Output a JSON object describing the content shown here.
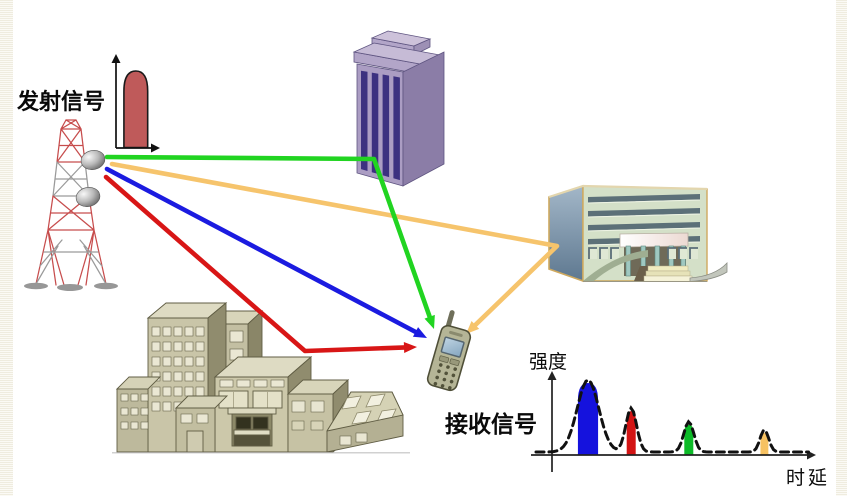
{
  "scene": {
    "background": "#ffffff",
    "edge_stripe_color": "#efecdf",
    "elements": [
      {
        "name": "radio-tower-icon"
      },
      {
        "name": "antenna-dish-icon"
      },
      {
        "name": "highrise-building-icon"
      },
      {
        "name": "office-building-icon"
      },
      {
        "name": "city-block-icon"
      },
      {
        "name": "mobile-phone-icon"
      }
    ]
  },
  "labels": {
    "transmitted_signal": "发射信号",
    "received_signal": "接收信号",
    "intensity": "强度",
    "delay": "时延"
  },
  "signal_paths": [
    {
      "id": "line-of-sight",
      "color": "#1b1be0",
      "bounces": 0,
      "reflector": null
    },
    {
      "id": "reflection-highrise",
      "color": "#21d421",
      "bounces": 1,
      "reflector": "highrise-building"
    },
    {
      "id": "reflection-cityblock",
      "color": "#d81616",
      "bounces": 1,
      "reflector": "city-block"
    },
    {
      "id": "reflection-office",
      "color": "#f6c46c",
      "bounces": 1,
      "reflector": "office-building"
    }
  ],
  "chart_data": [
    {
      "type": "area",
      "title": "发射信号",
      "xlabel": "",
      "ylabel": "",
      "grid": false,
      "legend": false,
      "envelope": "none",
      "peaks": [
        {
          "delay": 0.55,
          "amplitude": 1.0,
          "width": 0.33,
          "spread": 0.3,
          "color": "#bf5a5a"
        }
      ]
    },
    {
      "type": "area",
      "title": "接收信号",
      "xlabel": "时延",
      "ylabel": "强度",
      "xlim": [
        0,
        7.3
      ],
      "ylim": [
        0,
        1.1
      ],
      "grid": false,
      "legend": false,
      "envelope": "dashed",
      "peaks": [
        {
          "delay": 1.0,
          "amplitude": 1.0,
          "width": 0.28,
          "spread": 0.3,
          "color": "#1512dd",
          "path": "line-of-sight"
        },
        {
          "delay": 2.2,
          "amplitude": 0.61,
          "width": 0.125,
          "spread": 0.15,
          "color": "#d31414",
          "path": "reflection-cityblock"
        },
        {
          "delay": 3.8,
          "amplitude": 0.42,
          "width": 0.125,
          "spread": 0.14,
          "color": "#0dbb28",
          "path": "reflection-highrise"
        },
        {
          "delay": 5.9,
          "amplitude": 0.31,
          "width": 0.11,
          "spread": 0.12,
          "color": "#f7c262",
          "path": "reflection-office"
        }
      ]
    }
  ]
}
